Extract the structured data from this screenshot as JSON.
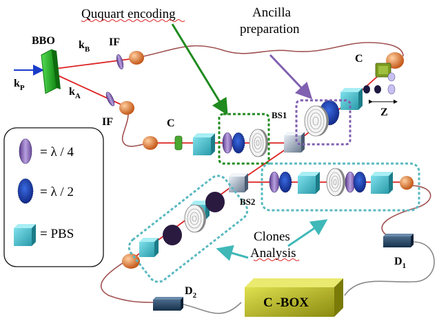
{
  "labels": {
    "ququart": "Ququart encoding",
    "ancilla_line1": "Ancilla",
    "ancilla_line2": "preparation",
    "bbo": "BBO",
    "if_top": "IF",
    "if_bottom": "IF",
    "kp_main": "k",
    "kp_sub": "P",
    "kb_main": "k",
    "kb_sub": "B",
    "ka_main": "k",
    "ka_sub": "A",
    "c_top": "C",
    "c_mid": "C",
    "z": "Z",
    "bs1": "BS1",
    "bs2": "BS2",
    "clones_line1": "Clones",
    "clones_line2": "Analysis",
    "d1_main": "D",
    "d1_sub": "1",
    "d2_main": "D",
    "d2_sub": "2",
    "cbox": "C -BOX"
  },
  "legend": {
    "quarter_wave": "= λ / 4",
    "half_wave": "= λ / 2",
    "pbs": "= PBS"
  },
  "colors": {
    "laser_red": "#dd2222",
    "pump_blue": "#1a3cc8",
    "fiber": "#a05050",
    "arrow_green": "#1f8a1f",
    "arrow_purple": "#8060b0",
    "arrow_teal": "#40b8b8",
    "box_green": "#1f8a1f",
    "box_purple": "#8060b0",
    "box_teal": "#58b8c0",
    "bbo_green": "#22aa22",
    "cbox_olive": "#b8b820"
  }
}
